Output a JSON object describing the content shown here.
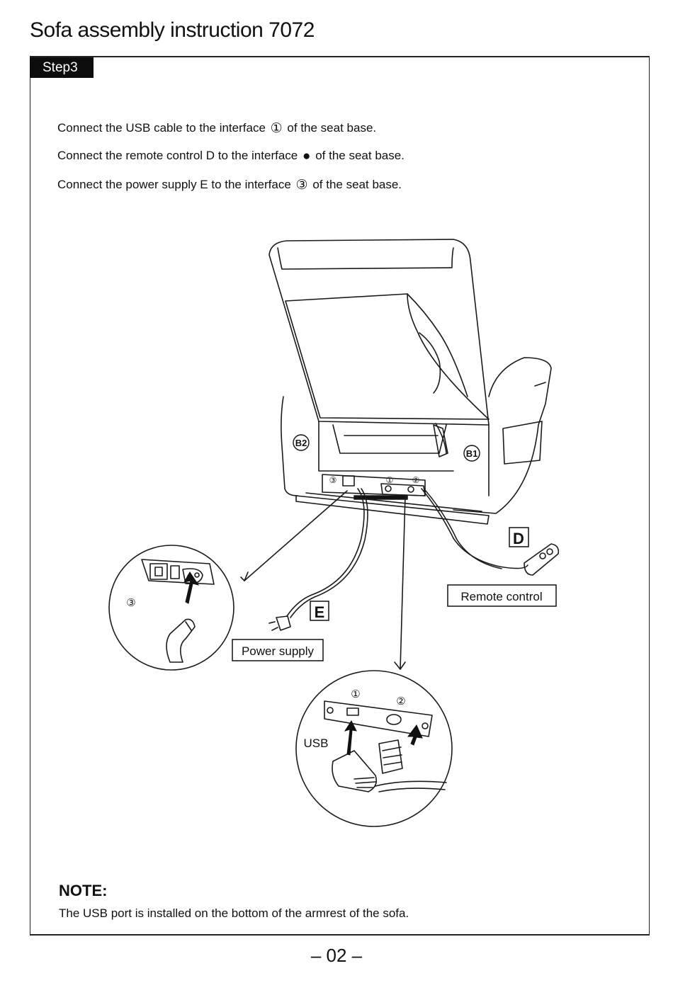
{
  "header": {
    "title": "Sofa assembly instruction 7072"
  },
  "step": {
    "label": "Step3"
  },
  "instructions": [
    {
      "before": "Connect the USB cable to the interface",
      "symbol": "①",
      "after": "of the seat base."
    },
    {
      "before": "Connect the remote control D to the interface",
      "symbol": "●",
      "after": "of the seat base."
    },
    {
      "before": "Connect the power supply E to the interface",
      "symbol": "③",
      "after": "of the seat base."
    }
  ],
  "figure": {
    "labels": {
      "b2": "B2",
      "b1": "B1",
      "port3": "③",
      "port1": "①",
      "port2": "②",
      "d": "D",
      "e": "E",
      "remote": "Remote control",
      "power": "Power supply",
      "zoom3": "③",
      "zoom1": "①",
      "zoom2": "②",
      "usb": "USB"
    }
  },
  "note": {
    "heading": "NOTE:",
    "text": "The USB port is installed on the bottom of the armrest of the sofa."
  },
  "footer": {
    "page": "– 02 –"
  }
}
